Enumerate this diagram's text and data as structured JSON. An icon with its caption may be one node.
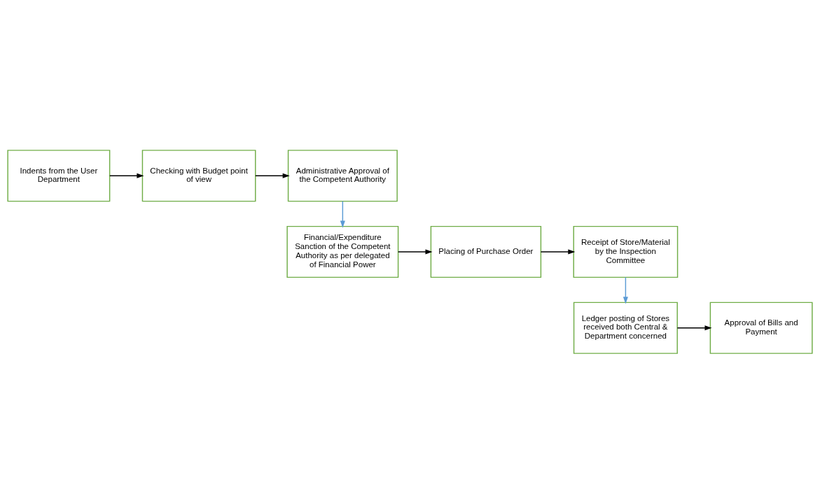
{
  "diagram": {
    "nodes": [
      {
        "text": [
          "Indents from the User Department"
        ]
      },
      {
        "text": [
          "Checking with Budget point of view"
        ]
      },
      {
        "text": [
          "Administrative Approval of the Competent Authority"
        ]
      },
      {
        "text": [
          "Financial/Expenditure Sanction of the Competent Authority as per delegated of Financial Power"
        ]
      },
      {
        "text": [
          "Placing of Purchase Order"
        ]
      },
      {
        "text": [
          "Receipt of Store/Material by the Inspection Committee"
        ]
      },
      {
        "text": [
          "Ledger posting of Stores received both Central & Department concerned"
        ]
      },
      {
        "text": [
          "Approval of Bills and Payment"
        ]
      }
    ],
    "edges": [
      {
        "from": 0,
        "to": 1,
        "arrow": "to"
      },
      {
        "from": 1,
        "to": 2,
        "arrow": "to"
      },
      {
        "from": 2,
        "to": 3,
        "arrow": "to",
        "color": "#5b9bd5"
      },
      {
        "from": 3,
        "to": 4,
        "arrow": "to"
      },
      {
        "from": 4,
        "to": 5,
        "arrow": "to"
      },
      {
        "from": 5,
        "to": 6,
        "arrow": "to",
        "color": "#5b9bd5"
      },
      {
        "from": 6,
        "to": 7,
        "arrow": "to"
      }
    ]
  }
}
